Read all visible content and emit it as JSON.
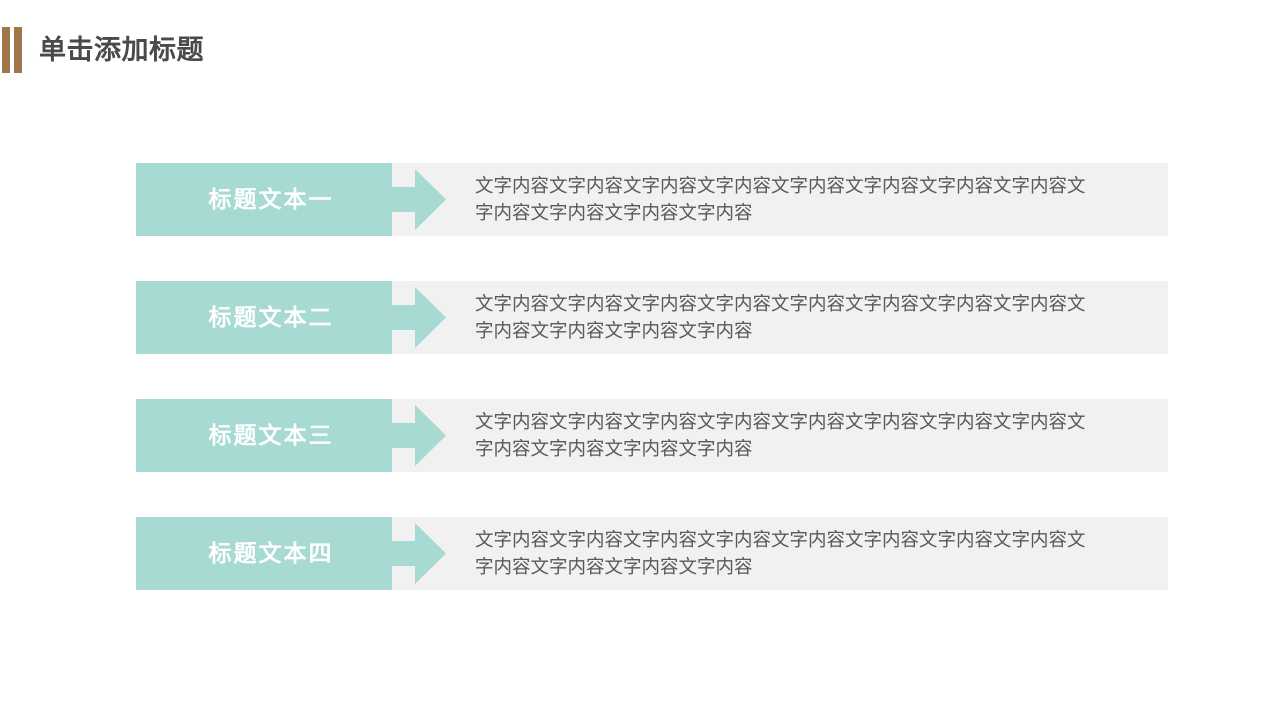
{
  "slide": {
    "title": "单击添加标题",
    "accent_color": "#A2764C",
    "panel_color": "#A6DAD3",
    "body_bg_color": "#F1F1F1",
    "title_color": "#4A4A4A",
    "body_text_color": "#595959",
    "label_text_color": "#FFFFFF"
  },
  "rows": [
    {
      "label": "标题文本一",
      "body": "文字内容文字内容文字内容文字内容文字内容文字内容文字内容文字内容文字内容文字内容文字内容文字内容",
      "arrow_icon": "arrow-right-icon"
    },
    {
      "label": "标题文本二",
      "body": "文字内容文字内容文字内容文字内容文字内容文字内容文字内容文字内容文字内容文字内容文字内容文字内容",
      "arrow_icon": "arrow-right-icon"
    },
    {
      "label": "标题文本三",
      "body": "文字内容文字内容文字内容文字内容文字内容文字内容文字内容文字内容文字内容文字内容文字内容文字内容",
      "arrow_icon": "arrow-right-icon"
    },
    {
      "label": "标题文本四",
      "body": "文字内容文字内容文字内容文字内容文字内容文字内容文字内容文字内容文字内容文字内容文字内容文字内容",
      "arrow_icon": "arrow-right-icon"
    }
  ]
}
